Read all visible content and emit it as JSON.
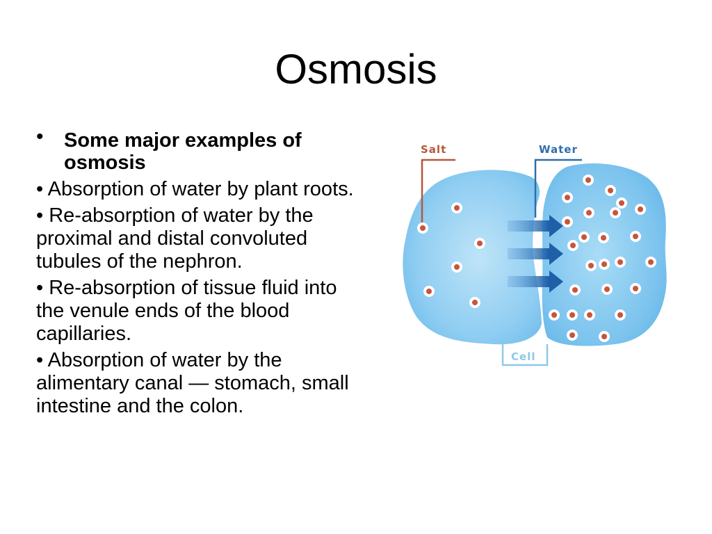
{
  "slide": {
    "title": "Osmosis",
    "lead_bullet": "•",
    "lead": "Some major examples of osmosis",
    "items": [
      "• Absorption of water by plant roots.",
      "• Re-absorption of water by the proximal and distal convoluted tubules of the nephron.",
      "• Re-absorption of tissue fluid into the venule ends of the blood capillaries.",
      "• Absorption of water by the alimentary canal — stomach, small intestine and the colon."
    ]
  },
  "diagram": {
    "labels": {
      "salt": "Salt",
      "water": "Water",
      "cell": "Cell"
    },
    "colors": {
      "salt_label": "#b5573b",
      "water_label": "#2f6ea8",
      "cell_label": "#8ec9ea",
      "fluid": "#7cc3ee",
      "arrow": "#1f5fa8",
      "particle": "#c8553a"
    }
  }
}
